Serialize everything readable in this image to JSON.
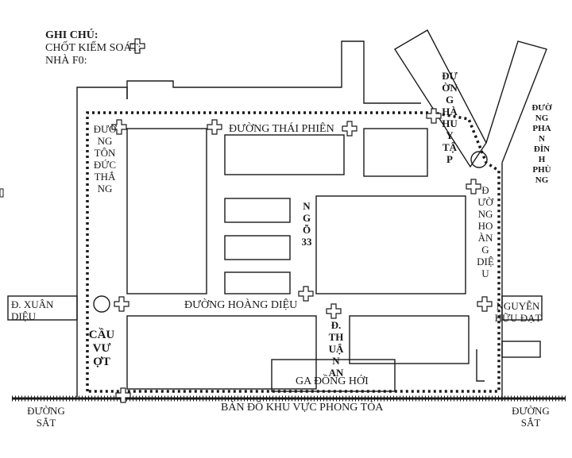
{
  "legend": {
    "title": "GHI CHÚ:",
    "checkpoint": "CHỐT KIỂM SOÁT:",
    "f0_house": "NHÀ F0:"
  },
  "streets": {
    "thai_phien": "ĐƯỜNG THÁI PHIÊN",
    "ton_duc_thang": "ĐƯỜ\nNG\nTÔN\nĐỨC\nTHẮ\nNG",
    "hoang_dieu": "ĐƯỜNG HOÀNG DIỆU",
    "hoang_dieu_vertical": "Đ\nƯỜ\nNG\nHO\nÀN\nG\nDIỆ\nU",
    "ngo_33": "N\nG\nÕ\n33",
    "ha_huy_tap": "ĐƯ\nỜN\nG\nHÀ\nHU\nY\nTẬ\nP",
    "phan_dinh_phung": "ĐƯỜ\nNG\nPHA\nN\nĐÌN\nH\nPHÙ\nNG",
    "xuan_dieu": "Đ. XUÂN\nDIỆU",
    "nguyen_huu_dat": "NGUYỄN\nHỮU ĐẠT",
    "thuan_an": "Đ.\nTH\nUẬ\nN\nAN",
    "cau_vuot": "CẦU\nVƯ\nỢT",
    "ga_dong_hoi": "GA ĐỒNG HỚI",
    "duong_sat_left": "ĐƯỜNG\nSẮT",
    "duong_sat_right": "ĐƯỜNG\nSẮT"
  },
  "caption": "BẢN ĐỒ KHU VỰC PHONG TỎA"
}
